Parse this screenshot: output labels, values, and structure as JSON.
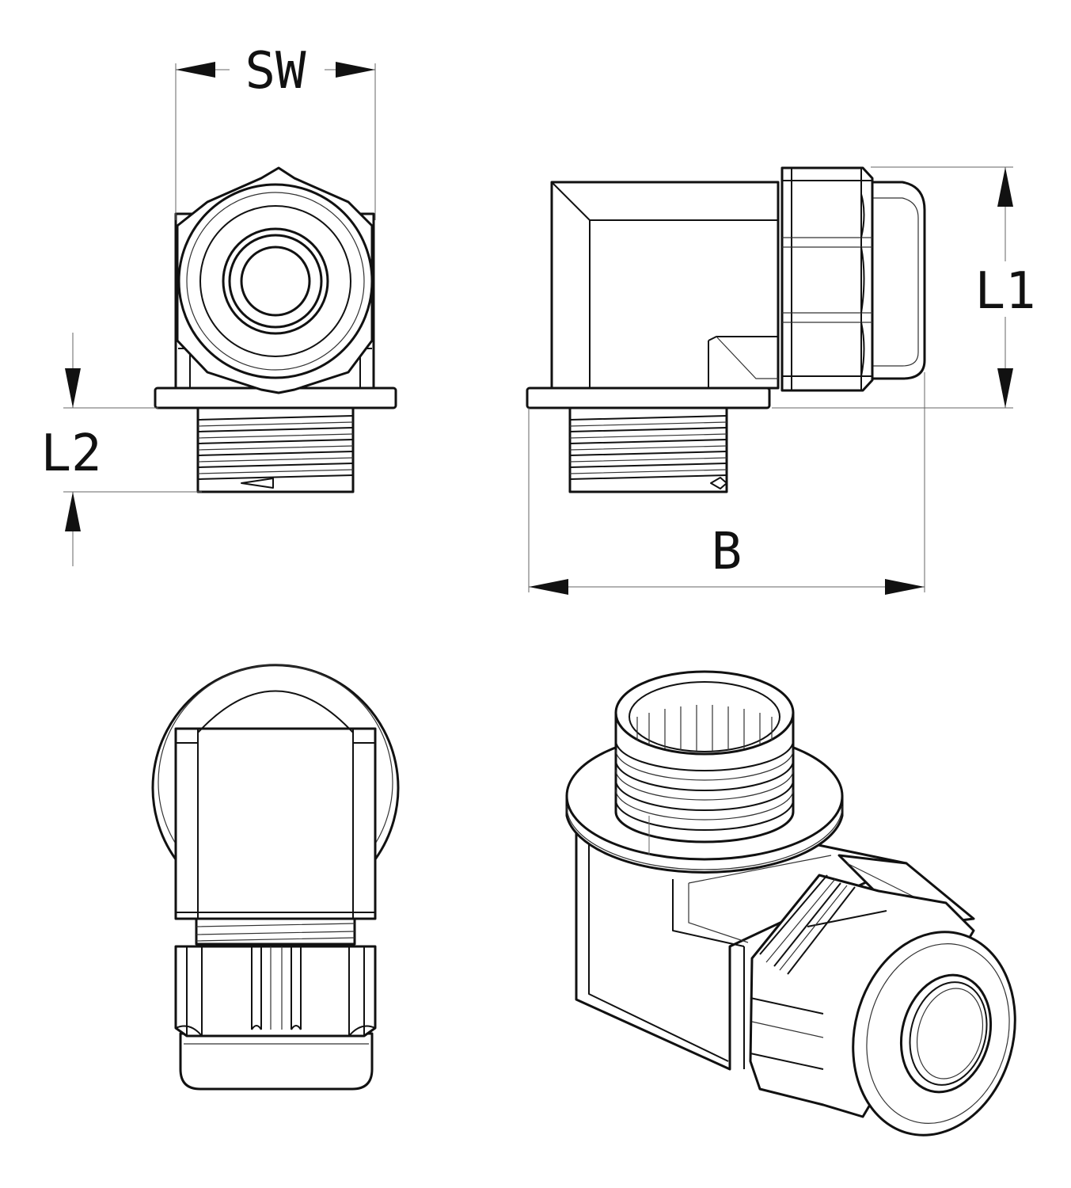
{
  "dimensions": {
    "sw": "SW",
    "l1": "L1",
    "l2": "L2",
    "b": "B"
  },
  "colors": {
    "ink": "#111111",
    "background": "#ffffff"
  }
}
